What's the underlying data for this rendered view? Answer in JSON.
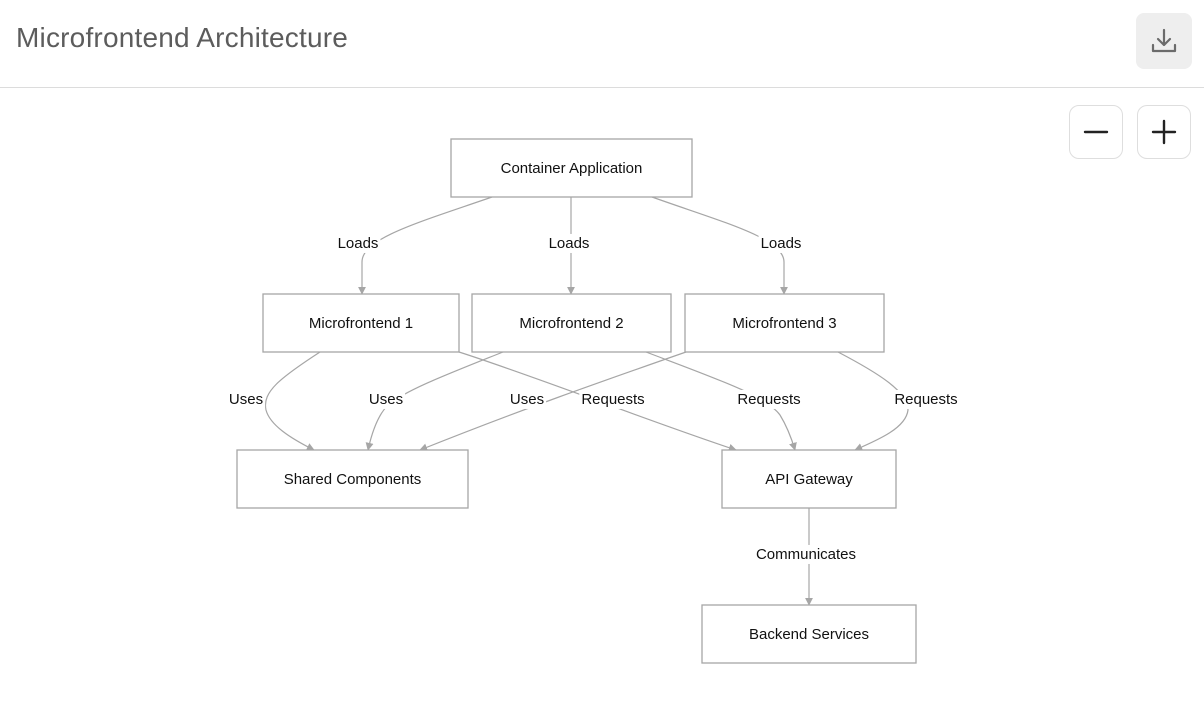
{
  "header": {
    "title": "Microfrontend Architecture"
  },
  "toolbar": {
    "download_icon": "download-icon",
    "zoom_out_icon": "minus-icon",
    "zoom_in_icon": "plus-icon"
  },
  "colors": {
    "title": "#5c5c5c",
    "node_border": "#a6a6a6",
    "edge": "#a6a6a6",
    "button_bg": "#eeeeee"
  },
  "diagram": {
    "nodes": [
      {
        "id": "container",
        "label": "Container Application"
      },
      {
        "id": "mf1",
        "label": "Microfrontend 1"
      },
      {
        "id": "mf2",
        "label": "Microfrontend 2"
      },
      {
        "id": "mf3",
        "label": "Microfrontend 3"
      },
      {
        "id": "shared",
        "label": "Shared Components"
      },
      {
        "id": "gateway",
        "label": "API Gateway"
      },
      {
        "id": "backend",
        "label": "Backend Services"
      }
    ],
    "edges": [
      {
        "from": "container",
        "to": "mf1",
        "label": "Loads"
      },
      {
        "from": "container",
        "to": "mf2",
        "label": "Loads"
      },
      {
        "from": "container",
        "to": "mf3",
        "label": "Loads"
      },
      {
        "from": "mf1",
        "to": "shared",
        "label": "Uses"
      },
      {
        "from": "mf2",
        "to": "shared",
        "label": "Uses"
      },
      {
        "from": "mf3",
        "to": "shared",
        "label": "Uses"
      },
      {
        "from": "mf1",
        "to": "gateway",
        "label": "Requests"
      },
      {
        "from": "mf2",
        "to": "gateway",
        "label": "Requests"
      },
      {
        "from": "mf3",
        "to": "gateway",
        "label": "Requests"
      },
      {
        "from": "gateway",
        "to": "backend",
        "label": "Communicates"
      }
    ]
  }
}
